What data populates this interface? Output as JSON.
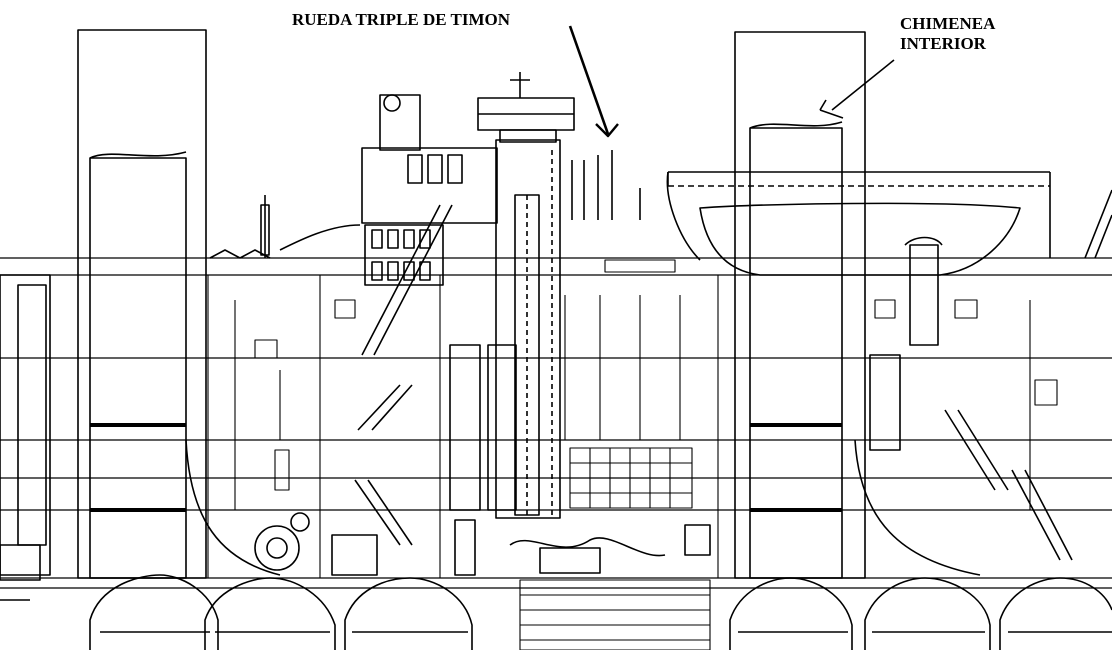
{
  "annotations": {
    "wheel_label": "RUEDA TRIPLE DE TIMON",
    "funnel_label_line1": "CHIMENEA",
    "funnel_label_line2": "INTERIOR"
  },
  "colors": {
    "ink": "#000000",
    "paper": "#ffffff"
  }
}
